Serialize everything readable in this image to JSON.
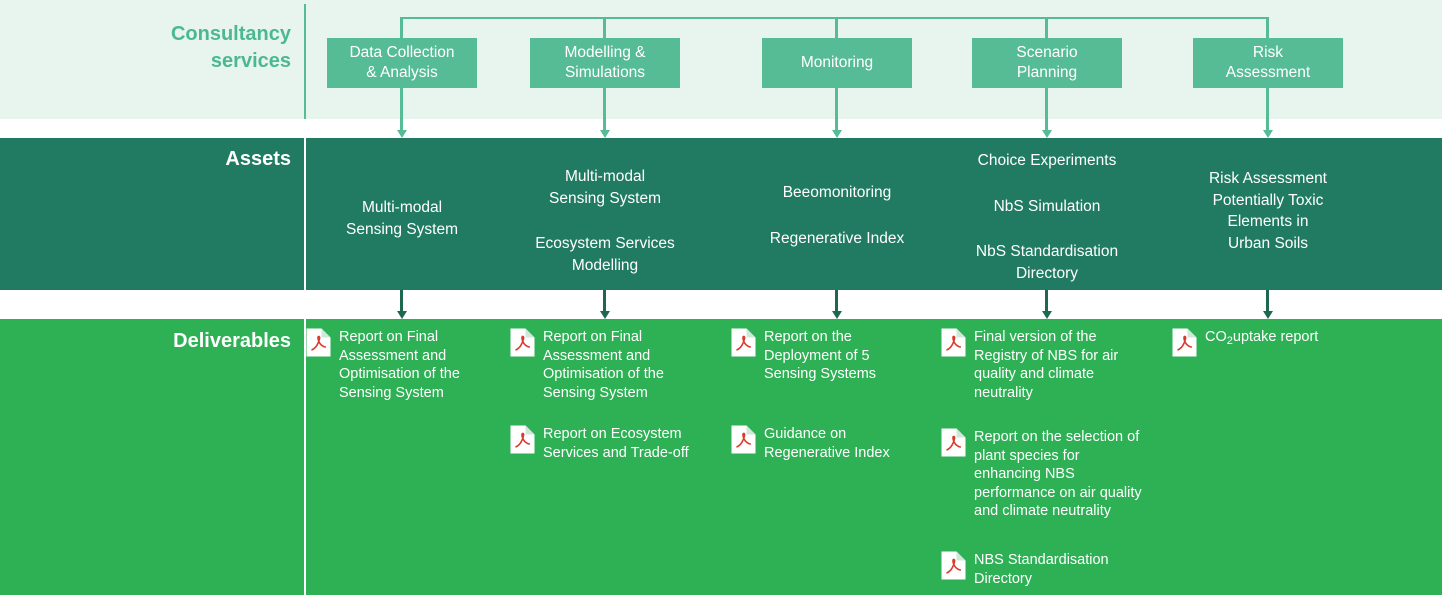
{
  "palette": {
    "band_light_bg": "#e8f4ee",
    "accent_green": "#56bc95",
    "label_teal": "#4cb893",
    "assets_band_bg": "#207b62",
    "deliverables_band_bg": "#2eb055",
    "connector_dark_green": "#1d6850",
    "pdf_icon_red": "#d93a2b",
    "text_white": "#ffffff"
  },
  "row_labels": {
    "consultancy": "Consultancy services",
    "assets": "Assets",
    "deliverables": "Deliverables"
  },
  "services": [
    {
      "lines": [
        "Data Collection",
        "& Analysis"
      ]
    },
    {
      "lines": [
        "Modelling &",
        "Simulations"
      ]
    },
    {
      "lines": [
        "Monitoring"
      ]
    },
    {
      "lines": [
        "Scenario",
        "Planning"
      ]
    },
    {
      "lines": [
        "Risk",
        "Assessment"
      ]
    }
  ],
  "assets_columns": [
    {
      "items": [
        {
          "lines": [
            "Multi-modal",
            "Sensing System"
          ]
        }
      ]
    },
    {
      "items": [
        {
          "lines": [
            "Multi-modal",
            "Sensing System"
          ]
        },
        {
          "lines": [
            "Ecosystem Services",
            "Modelling"
          ]
        }
      ]
    },
    {
      "items": [
        {
          "lines": [
            "Beeomonitoring"
          ]
        },
        {
          "lines": [
            "Regenerative Index"
          ]
        }
      ]
    },
    {
      "items": [
        {
          "lines": [
            "Choice Experiments"
          ]
        },
        {
          "lines": [
            "NbS Simulation"
          ]
        },
        {
          "lines": [
            "NbS Standardisation",
            "Directory"
          ]
        }
      ]
    },
    {
      "items": [
        {
          "lines": [
            "Risk Assessment",
            "Potentially Toxic",
            "Elements in",
            "Urban Soils"
          ]
        }
      ]
    }
  ],
  "deliverables_columns": [
    {
      "items": [
        {
          "icon": "pdf-file-icon",
          "text": "Report on Final Assessment and Optimisation of the Sensing System"
        }
      ]
    },
    {
      "items": [
        {
          "icon": "pdf-file-icon",
          "text": "Report on Final Assessment and Optimisation of the Sensing System"
        },
        {
          "icon": "pdf-file-icon",
          "text": "Report on Ecosystem Services and Trade-off"
        }
      ]
    },
    {
      "items": [
        {
          "icon": "pdf-file-icon",
          "text": "Report on the Deployment of 5 Sensing Systems"
        },
        {
          "icon": "pdf-file-icon",
          "text": "Guidance on Regenerative Index"
        }
      ]
    },
    {
      "items": [
        {
          "icon": "pdf-file-icon",
          "text": "Final version of the Registry of NBS for air quality and climate neutrality"
        },
        {
          "icon": "pdf-file-icon",
          "text": "Report on the selection of plant species for enhancing NBS performance on air quality and climate neutrality"
        },
        {
          "icon": "pdf-file-icon",
          "text": "NBS Standardisation Directory"
        }
      ]
    },
    {
      "items": [
        {
          "icon": "pdf-file-icon",
          "text_parts": {
            "prefix": "CO",
            "sub": "2",
            "rest": "uptake report"
          }
        }
      ]
    }
  ]
}
